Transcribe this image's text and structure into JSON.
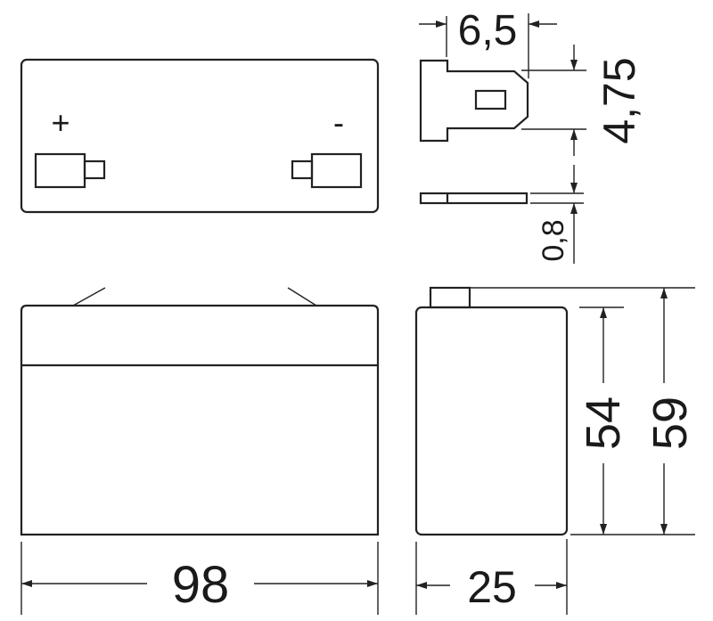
{
  "top_view": {
    "positive_label": "+",
    "negative_label": "-"
  },
  "dimensions": {
    "terminal_width": "6,5",
    "terminal_height": "4,75",
    "terminal_thickness": "0,8",
    "length": "98",
    "width": "25",
    "height_body": "54",
    "height_total": "59"
  },
  "colors": {
    "line": "#222222",
    "background": "#ffffff"
  }
}
